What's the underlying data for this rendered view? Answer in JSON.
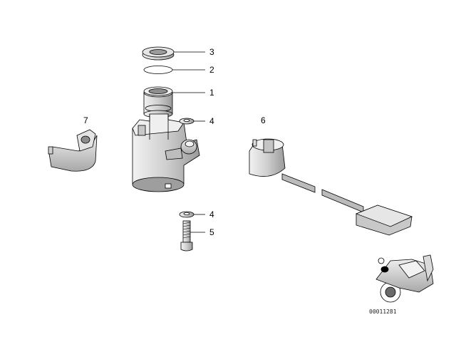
{
  "callouts": [
    {
      "id": "cap-ring",
      "label": "3"
    },
    {
      "id": "o-ring",
      "label": "2"
    },
    {
      "id": "lock-cylinder",
      "label": "1"
    },
    {
      "id": "washer-upper",
      "label": "4"
    },
    {
      "id": "washer-lower",
      "label": "4"
    },
    {
      "id": "bolt",
      "label": "5"
    },
    {
      "id": "switch-assembly",
      "label": "6"
    },
    {
      "id": "cover",
      "label": "7"
    }
  ],
  "catalog_number": "00011281",
  "colors": {
    "line": "#000000",
    "part_fill": "#d8d8d8",
    "shadow": "#8a8a8a",
    "background": "#ffffff"
  }
}
